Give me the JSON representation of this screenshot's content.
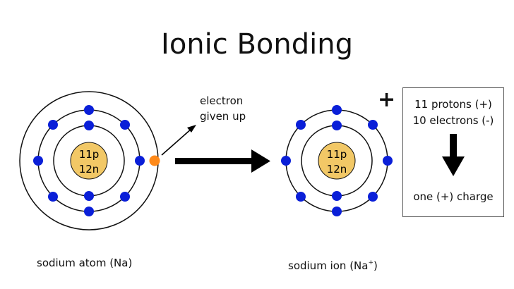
{
  "title": "Ionic Bonding",
  "atom": {
    "nucleus_protons": "11p",
    "nucleus_neutrons": "12n",
    "label": "sodium atom (Na)",
    "shells": [
      2,
      8,
      1
    ]
  },
  "ion": {
    "nucleus_protons": "11p",
    "nucleus_neutrons": "12n",
    "label_text": "sodium ion (Na",
    "label_sup": "+",
    "label_close": ")",
    "charge_sign": "+",
    "shells": [
      2,
      8
    ]
  },
  "electron_label": {
    "line1": "electron",
    "line2": "given up"
  },
  "info_box": {
    "line1": "11 protons (+)",
    "line2": "10 electrons (-)",
    "line3": "one (+) charge"
  },
  "colors": {
    "electron": "#0a1fd8",
    "lost_electron": "#ff8a1a",
    "nucleus": "#f2c866",
    "shell": "#111111",
    "arrow": "#000000"
  }
}
